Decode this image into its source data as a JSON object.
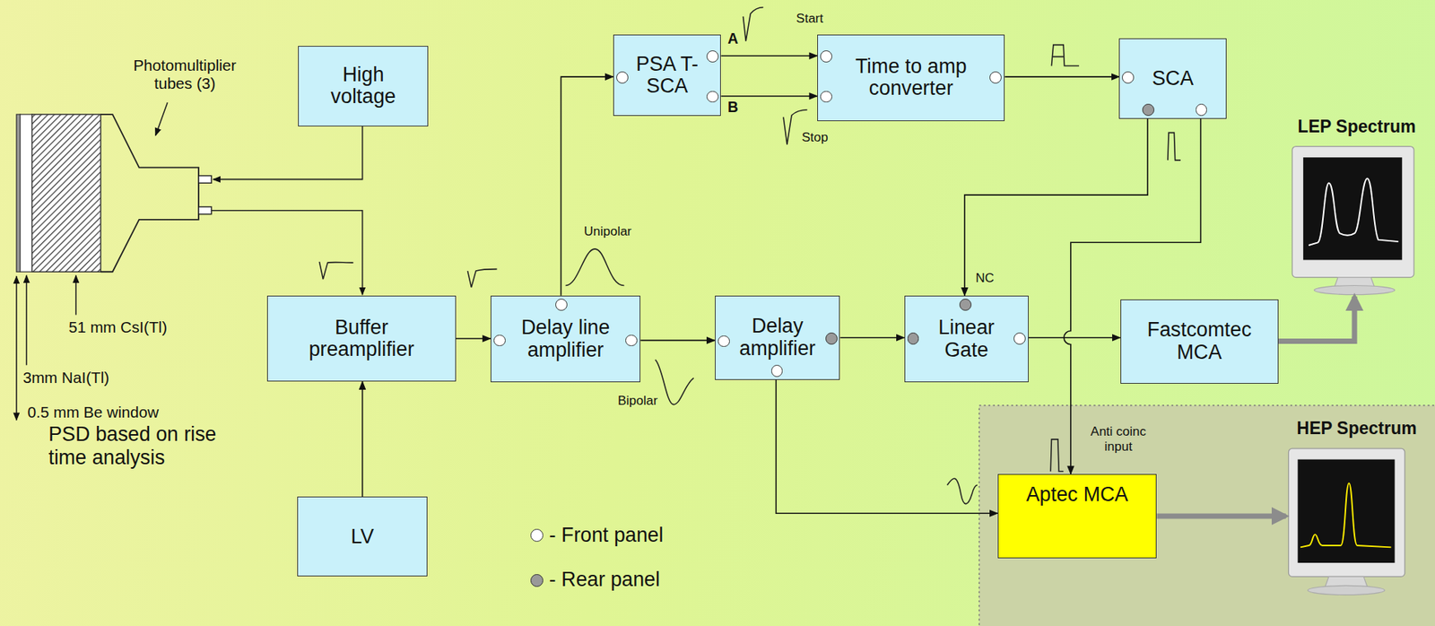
{
  "diagram": {
    "nodes": [
      {
        "text": [
          "High voltage"
        ]
      },
      {
        "text": [
          "Buffer preamplifier"
        ]
      },
      {
        "text": [
          "LV"
        ]
      },
      {
        "text": [
          "Delay line amplifier"
        ]
      },
      {
        "text": [
          "PSA T-SCA"
        ]
      },
      {
        "text": [
          "Time to amp converter"
        ]
      },
      {
        "text": [
          "SCA"
        ]
      },
      {
        "text": [
          "Delay amplifier"
        ]
      },
      {
        "text": [
          "Linear Gate"
        ]
      },
      {
        "text": [
          "Fastcomtec MCA"
        ]
      },
      {
        "text": [
          "LEP Spectrum"
        ]
      },
      {
        "text": [
          "Aptec MCA"
        ]
      },
      {
        "text": [
          "HEP Spectrum"
        ]
      }
    ],
    "edges": [
      {
        "from": 2,
        "to": 1,
        "arrow": "to"
      },
      {
        "from": 1,
        "to": 3,
        "arrow": "to"
      },
      {
        "from": 3,
        "to": 4,
        "arrow": "to"
      },
      {
        "from": 4,
        "to": 5,
        "arrow": "to"
      },
      {
        "from": 4,
        "to": 5,
        "arrow": "to"
      },
      {
        "from": 5,
        "to": 6,
        "arrow": "to"
      },
      {
        "from": 6,
        "to": 8,
        "arrow": "to"
      },
      {
        "from": 6,
        "to": 11,
        "arrow": "to"
      },
      {
        "from": 3,
        "to": 7,
        "arrow": "to"
      },
      {
        "from": 7,
        "to": 8,
        "arrow": "to"
      },
      {
        "from": 7,
        "to": 11,
        "arrow": "to"
      },
      {
        "from": 8,
        "to": 9,
        "arrow": "to"
      },
      {
        "from": 9,
        "to": 10,
        "arrow": "to"
      },
      {
        "from": 11,
        "to": 12,
        "arrow": "to"
      }
    ],
    "labels": [
      "Photomultiplier tubes (3)",
      "51 mm CsI(Tl)",
      "3mm NaI(Tl)",
      "0.5 mm Be window",
      "PSD based on rise time analysis",
      "Unipolar",
      "Bipolar",
      "A",
      "B",
      "Start",
      "Stop",
      "NC",
      "Anti coinc input"
    ],
    "legend": [
      {
        "text": "- Front panel",
        "color": "#ffffff"
      },
      {
        "text": "- Rear panel",
        "color": "#999999"
      }
    ]
  }
}
